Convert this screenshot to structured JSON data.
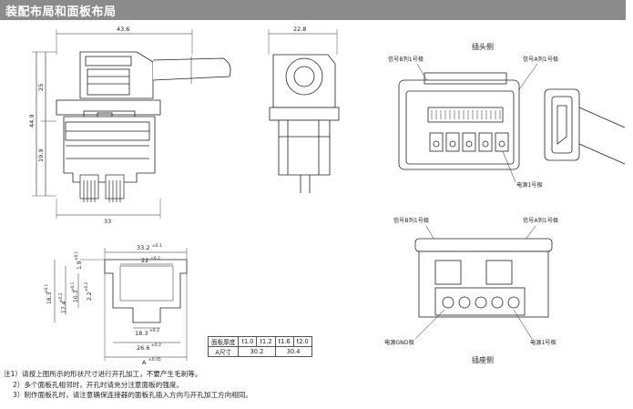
{
  "title": "装配布局和面板布局",
  "side_view": {
    "width": "43.6",
    "height": "44.9",
    "upper": "25",
    "lower": "19.9",
    "bottom": "33"
  },
  "profile_view": {
    "width": "22.8"
  },
  "plug_view": {
    "heading": "插头侧",
    "signal_b": "信号B列1号极",
    "signal_a": "信号A列1号极",
    "power": "电源1号极"
  },
  "socket_view": {
    "heading": "插座侧",
    "signal_b": "信号B列1号极",
    "signal_a": "信号A列1号极",
    "power_gnd": "电源GND极",
    "power": "电源1号极"
  },
  "cutout": {
    "top_width": "33.2",
    "top_tol": "±0.1",
    "inner_width": "22",
    "inner_tol": "±0.2",
    "right_depth": "1.9",
    "right_tol": "±0.1",
    "h_outer": "18.3",
    "h_outer_tol": "±0.1",
    "h_174": "17.4",
    "h_174_tol": "±0.2",
    "h_103": "10.3",
    "h_103_tol": "±0.1",
    "h_22": "2.2",
    "h_22_tol": "±0.2",
    "bottom_inner": "18.3",
    "bottom_inner_tol": "±0.2",
    "bottom_outer": "26.6",
    "bottom_outer_tol": "±0.2",
    "label_a": "A",
    "label_a_tol": "±0.05"
  },
  "panel_table": {
    "headers": [
      "面板厚度",
      "t1.0",
      "t1.2",
      "t1.6",
      "t2.0"
    ],
    "row_label": "A尺寸",
    "values": [
      "30.2",
      "30.4"
    ]
  },
  "notes": [
    "注1）请按上图所示的形状尺寸进行开孔加工，不要产生毛刺等。",
    "2）多个面板孔相邻时，开孔时请充分注意面板的强度。",
    "3）制作面板孔时，请注意确保连接器的面板孔插入方向与开孔加工方向相同。"
  ],
  "colors": {
    "title_bar": "#8b8b8b",
    "line": "#222222"
  }
}
